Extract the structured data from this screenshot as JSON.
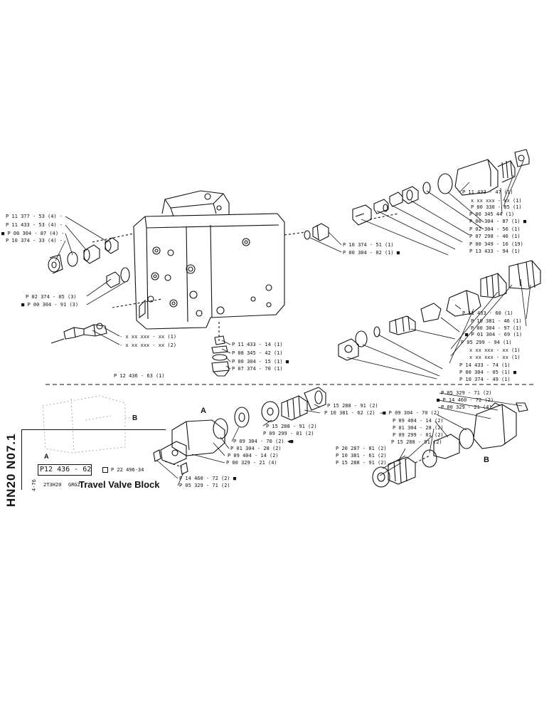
{
  "title_block": {
    "vertical_code": "HN20 N07.1",
    "side_code": "4-76",
    "part_number": "P12 436 - 62",
    "reference": "P 22 496-34",
    "model": "2T3H20",
    "group": "GRGZ",
    "title": "Travel Valve Block"
  },
  "upper_callouts": {
    "assembly_ref": "P 12 436 - 63 (1)",
    "left": [
      "P 11 377 - 53 (4) -",
      "P 11 433 - 53 (4) -",
      "P 00 304 - 87 (4) -",
      "P 10 374 - 33 (4) -",
      "P 02 374 - 05 (3)",
      "P 00 304 - 91 (3)"
    ],
    "center_xx": [
      "- x xx xxx - xx (1)",
      "- x xx xxx - xx (2)"
    ],
    "center_plug": [
      "P 11 433 - 14 (1)",
      "P 08 345 - 42 (1)",
      "P 00 304 - 15 (1)",
      "P 07 374 - 70 (1)"
    ],
    "top_center": [
      "P 10 374 - 51 (1)",
      "P 00 304 - 02 (1)"
    ],
    "top_right": [
      "P 11 433 - 47 (1)",
      "x xx xxx - xx (1)",
      "P 00 330 - 85 (1)",
      "P 00 345 44 (1)",
      "P 00 304 - 87 (1)",
      "P 02 304 - 56 (1)",
      "P 07 298 - 46 (1)",
      "P 00 349 - 16 (19)",
      "P 13 433 - 94 (1)"
    ],
    "mid_right": [
      "P 11 433 - 60 (1)",
      "P 10 381 - 46 (1)",
      "P 00 304 - 97 (1)",
      "P 01 304 - 69 (1)",
      "P 05 299 - 94 (1)",
      "x xx xxx - xx (1)",
      "x xx xxx - xx (1)",
      "P 14 433 - 74 (1)",
      "P 00 304 - 05 (1)",
      "P 10 374 - 49 (1)"
    ]
  },
  "lower_callouts": {
    "label_a": "A",
    "label_b_left": "B",
    "label_a_small": "A",
    "label_b": "B",
    "a_group": [
      "P 15 288 - 91 (2)",
      "P 10 381 - 62 (2)",
      "P 15 288 - 91 (2)",
      "P 09 299 - 01 (2)",
      "P 09 304 - 70 (2)",
      "P 01 304 - 28 (2)",
      "P 09 404 - 14 (2)",
      "P 00 329 - 21 (4)",
      "P 14 460 - 72 (2)",
      "P 05 329 - 71 (2)"
    ],
    "b_group": [
      "P 05 329 - 71 (2)",
      "P 14 460 - 72 (2)",
      "P 00 329 - 21 (4)",
      "P 09 304 - 70 (2)",
      "P 09 404 - 14 (2)",
      "P 01 304 - 28 (2)",
      "P 09 299 - 01 (2)",
      "P 15 288 - 91 (2)",
      "P 20 287 - 81 (2)",
      "P 10 381 - 61 (2)",
      "P 15 288 - 91 (2)"
    ]
  }
}
